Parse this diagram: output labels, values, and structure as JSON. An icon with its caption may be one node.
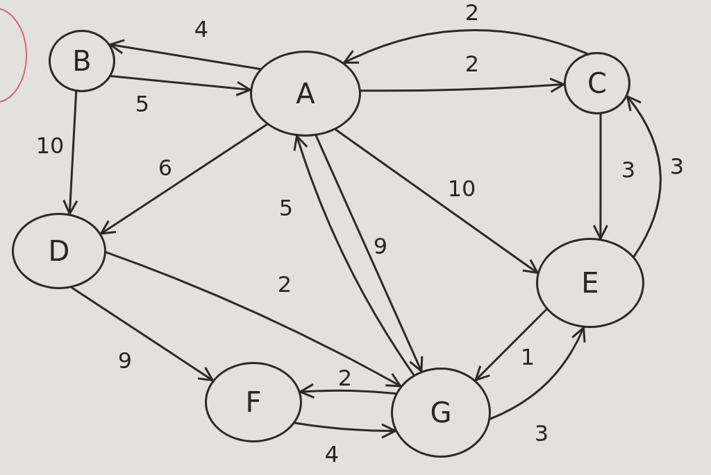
{
  "diagram": {
    "nodes": [
      {
        "text": [
          "A"
        ]
      },
      {
        "text": [
          "B"
        ]
      },
      {
        "text": [
          "C"
        ]
      },
      {
        "text": [
          "D"
        ]
      },
      {
        "text": [
          "E"
        ]
      },
      {
        "text": [
          "F"
        ]
      },
      {
        "text": [
          "G"
        ]
      }
    ],
    "edges": [
      {
        "from": 0,
        "to": 1,
        "arrow": "to",
        "label": "4"
      },
      {
        "from": 1,
        "to": 0,
        "arrow": "to",
        "label": "5"
      },
      {
        "from": 2,
        "to": 0,
        "arrow": "to",
        "label": "2"
      },
      {
        "from": 0,
        "to": 2,
        "arrow": "to",
        "label": "2"
      },
      {
        "from": 1,
        "to": 3,
        "arrow": "to",
        "label": "10"
      },
      {
        "from": 0,
        "to": 3,
        "arrow": "to",
        "label": "6"
      },
      {
        "from": 0,
        "to": 4,
        "arrow": "to",
        "label": "10"
      },
      {
        "from": 2,
        "to": 4,
        "arrow": "to",
        "label": "3"
      },
      {
        "from": 4,
        "to": 2,
        "arrow": "to",
        "label": "3"
      },
      {
        "from": 3,
        "to": 6,
        "arrow": "to",
        "label": "2"
      },
      {
        "from": 3,
        "to": 5,
        "arrow": "to",
        "label": "9"
      },
      {
        "from": 6,
        "to": 0,
        "arrow": "to",
        "label": "5"
      },
      {
        "from": 0,
        "to": 6,
        "arrow": "to",
        "label": "9"
      },
      {
        "from": 6,
        "to": 5,
        "arrow": "to",
        "label": "2"
      },
      {
        "from": 5,
        "to": 6,
        "arrow": "to",
        "label": "4"
      },
      {
        "from": 4,
        "to": 6,
        "arrow": "to",
        "label": "1"
      },
      {
        "from": 6,
        "to": 4,
        "arrow": "to",
        "label": "3"
      }
    ]
  }
}
